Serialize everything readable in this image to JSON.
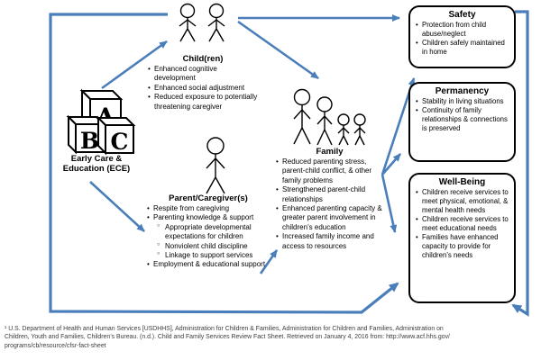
{
  "colors": {
    "arrow_blue": "#4a7ebb",
    "box_border": "#000000",
    "background": "#ffffff"
  },
  "ece": {
    "label": "Early Care &\nEducation (ECE)",
    "block_letters": [
      "A",
      "B",
      "C"
    ]
  },
  "child": {
    "title": "Child(ren)",
    "bullets": [
      "Enhanced cognitive development",
      "Enhanced social adjustment",
      "Reduced exposure to potentially threatening caregiver"
    ]
  },
  "parent": {
    "title": "Parent/Caregiver(s)",
    "bullets": [
      {
        "text": "Respite from caregiving"
      },
      {
        "text": "Parenting knowledge & support",
        "sub": [
          "Appropriate developmental expectations for children",
          "Nonviolent child discipline",
          "Linkage to support services"
        ]
      },
      {
        "text": "Employment & educational support"
      }
    ]
  },
  "family": {
    "title": "Family",
    "bullets": [
      "Reduced parenting stress, parent-child conflict, & other family problems",
      "Strengthened parent-child relationships",
      "Enhanced parenting capacity & greater parent involvement in children’s education",
      "Increased family income and access to resources"
    ]
  },
  "outcomes": {
    "safety": {
      "title": "Safety",
      "bullets": [
        "Protection from child abuse/neglect",
        "Children safely maintained in home"
      ]
    },
    "permanency": {
      "title": "Permanency",
      "bullets": [
        "Stability in living situations",
        "Continuity of family relationships & connections is preserved"
      ]
    },
    "wellbeing": {
      "title": "Well-Being",
      "bullets": [
        "Children receive services to meet physical, emotional, & mental health needs",
        "Children receive services to meet educational needs",
        "Families have enhanced capacity to provide for children’s needs"
      ]
    }
  },
  "footnote": "¹ U.S. Department of Health and Human Services [USDHHS], Administration for Children & Families, Administration for Children and Families, Administration on\nChildren, Youth and Families, Children’s Bureau. (n.d.). Child and Family Services Review Fact Sheet. Retrieved on January 4, 2016 from: http://www.acf.hhs.gov/\nprograms/cb/resource/cfsr-fact-sheet"
}
